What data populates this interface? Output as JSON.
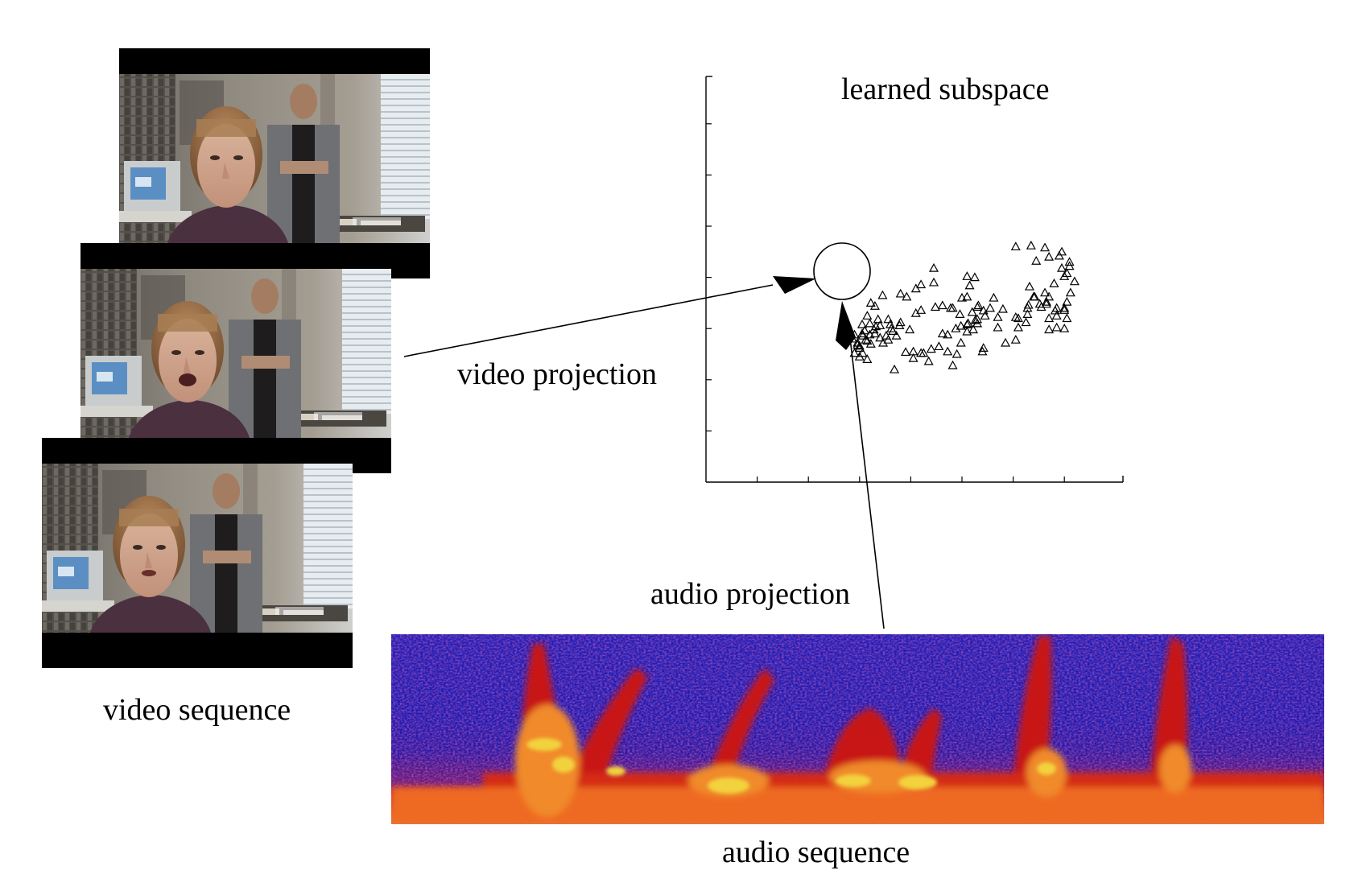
{
  "labels": {
    "learned_subspace": "learned subspace",
    "video_projection": "video projection",
    "audio_projection": "audio projection",
    "video_sequence": "video sequence",
    "audio_sequence": "audio sequence"
  },
  "video_frames": [
    {
      "name": "frame-1",
      "mouth": "closed"
    },
    {
      "name": "frame-2",
      "mouth": "open"
    },
    {
      "name": "frame-3",
      "mouth": "slightly-open"
    }
  ],
  "colors": {
    "spectrogram_background": "#1f1fb8",
    "spectrogram_energy": "#c81818",
    "spectrogram_peak": "#f2d23c",
    "frame_border": "#000000"
  },
  "scatter": {
    "marker": "triangle",
    "points": [
      [
        4.45,
        4.18
      ],
      [
        4.1,
        3.78
      ],
      [
        4.45,
        3.9
      ],
      [
        4.2,
        3.86
      ],
      [
        5.1,
        4.02
      ],
      [
        5.25,
        4.0
      ],
      [
        4.62,
        3.45
      ],
      [
        4.82,
        3.4
      ],
      [
        4.96,
        3.28
      ],
      [
        4.1,
        3.3
      ],
      [
        4.2,
        3.36
      ],
      [
        3.92,
        3.62
      ],
      [
        3.8,
        3.68
      ],
      [
        3.45,
        3.65
      ],
      [
        3.3,
        3.44
      ],
      [
        3.22,
        3.5
      ],
      [
        3.15,
        3.25
      ],
      [
        3.36,
        3.18
      ],
      [
        3.56,
        3.18
      ],
      [
        3.6,
        3.08
      ],
      [
        3.8,
        3.12
      ],
      [
        3.78,
        3.06
      ],
      [
        3.98,
        2.98
      ],
      [
        4.62,
        2.9
      ],
      [
        4.72,
        2.88
      ],
      [
        4.88,
        3.0
      ],
      [
        4.98,
        3.05
      ],
      [
        5.1,
        2.94
      ],
      [
        5.3,
        3.1
      ],
      [
        5.26,
        3.16
      ],
      [
        4.25,
        2.52
      ],
      [
        4.4,
        2.6
      ],
      [
        4.55,
        2.65
      ],
      [
        4.72,
        2.55
      ],
      [
        4.9,
        2.5
      ],
      [
        4.82,
        2.28
      ],
      [
        4.35,
        2.36
      ],
      [
        4.2,
        2.52
      ],
      [
        4.05,
        2.42
      ],
      [
        4.05,
        2.55
      ],
      [
        3.9,
        2.54
      ],
      [
        3.72,
        2.86
      ],
      [
        3.56,
        2.78
      ],
      [
        3.46,
        2.72
      ],
      [
        3.4,
        2.82
      ],
      [
        3.3,
        2.9
      ],
      [
        3.2,
        2.88
      ],
      [
        3.28,
        2.98
      ],
      [
        3.32,
        3.04
      ],
      [
        3.2,
        3.1
      ],
      [
        3.1,
        2.96
      ],
      [
        3.05,
        2.9
      ],
      [
        3.12,
        2.78
      ],
      [
        3.22,
        2.7
      ],
      [
        3.0,
        2.66
      ],
      [
        3.06,
        2.52
      ],
      [
        3.0,
        2.62
      ],
      [
        3.0,
        2.45
      ],
      [
        3.15,
        2.4
      ],
      [
        2.9,
        2.52
      ],
      [
        2.86,
        2.8
      ],
      [
        2.96,
        2.72
      ],
      [
        2.96,
        2.68
      ],
      [
        2.9,
        2.88
      ],
      [
        3.06,
        2.86
      ],
      [
        3.15,
        2.76
      ],
      [
        3.05,
        3.08
      ],
      [
        3.65,
        2.95
      ],
      [
        3.68,
        2.2
      ],
      [
        5.4,
        2.55
      ],
      [
        6.35,
        4.62
      ],
      [
        6.62,
        4.58
      ],
      [
        6.05,
        4.6
      ],
      [
        6.45,
        4.32
      ],
      [
        6.7,
        4.4
      ],
      [
        6.9,
        4.42
      ],
      [
        6.95,
        4.5
      ],
      [
        6.95,
        4.18
      ],
      [
        7.1,
        4.22
      ],
      [
        7.1,
        4.3
      ],
      [
        7.05,
        4.08
      ],
      [
        7.0,
        4.02
      ],
      [
        6.7,
        3.62
      ],
      [
        6.62,
        3.7
      ],
      [
        6.52,
        3.48
      ],
      [
        6.4,
        3.62
      ],
      [
        6.32,
        3.82
      ],
      [
        6.3,
        3.46
      ],
      [
        6.28,
        3.4
      ],
      [
        6.05,
        3.22
      ],
      [
        6.1,
        3.02
      ],
      [
        6.05,
        2.78
      ],
      [
        5.85,
        2.72
      ],
      [
        5.7,
        3.02
      ],
      [
        5.7,
        3.22
      ],
      [
        5.8,
        3.38
      ],
      [
        5.42,
        3.35
      ],
      [
        5.3,
        3.42
      ],
      [
        5.2,
        3.32
      ],
      [
        5.12,
        3.1
      ],
      [
        5.1,
        3.08
      ],
      [
        5.3,
        3.18
      ],
      [
        5.62,
        3.6
      ],
      [
        5.55,
        3.4
      ],
      [
        5.45,
        3.25
      ],
      [
        5.22,
        2.98
      ],
      [
        4.98,
        2.72
      ],
      [
        5.42,
        2.62
      ],
      [
        5.1,
        3.62
      ],
      [
        6.8,
        3.88
      ],
      [
        7.2,
        3.92
      ],
      [
        7.12,
        3.7
      ],
      [
        7.05,
        3.52
      ],
      [
        7.0,
        3.4
      ],
      [
        6.65,
        3.52
      ],
      [
        6.85,
        3.4
      ],
      [
        6.85,
        3.25
      ],
      [
        6.42,
        3.62
      ],
      [
        6.1,
        3.2
      ],
      [
        5.32,
        3.45
      ],
      [
        6.55,
        3.42
      ],
      [
        6.65,
        3.48
      ],
      [
        6.28,
        3.28
      ],
      [
        6.25,
        3.12
      ],
      [
        6.7,
        2.98
      ],
      [
        7.05,
        3.2
      ],
      [
        7.0,
        3.0
      ],
      [
        7.0,
        3.36
      ],
      [
        6.85,
        3.02
      ],
      [
        5.0,
        3.6
      ],
      [
        4.78,
        3.4
      ],
      [
        4.48,
        3.42
      ],
      [
        3.4,
        3.06
      ],
      [
        3.62,
        3.0
      ],
      [
        3.52,
        2.86
      ],
      [
        5.15,
        3.84
      ],
      [
        6.7,
        3.2
      ],
      [
        6.82,
        3.35
      ]
    ]
  }
}
